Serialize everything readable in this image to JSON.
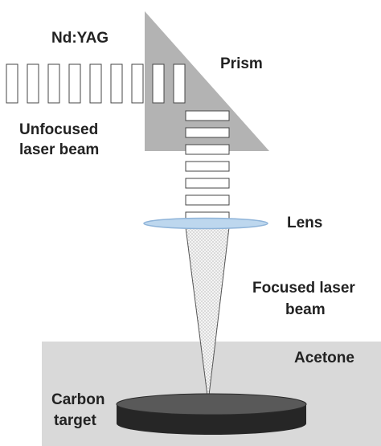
{
  "labels": {
    "laser": "Nd:YAG",
    "prism": "Prism",
    "unfocused_beam_line1": "Unfocused",
    "unfocused_beam_line2": "laser beam",
    "lens": "Lens",
    "focused_beam_line1": "Focused laser",
    "focused_beam_line2": "beam",
    "solvent": "Acetone",
    "target_line1": "Carbon",
    "target_line2": "target"
  },
  "colors": {
    "prism": "#b3b3b3",
    "acetone": "#d9d9d9",
    "lens_fill": "#bdd7ee",
    "lens_edge": "#8fb4d9",
    "target_top": "#595959",
    "target_side": "#262626",
    "beam_segment_stroke": "#444444",
    "text": "#222222"
  }
}
